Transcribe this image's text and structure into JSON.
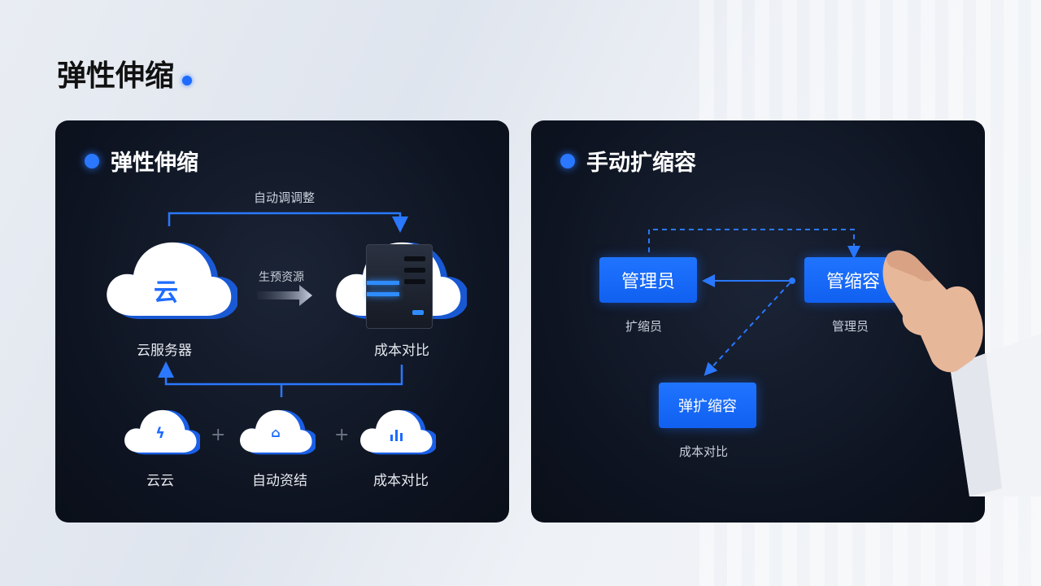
{
  "page": {
    "title": "弹性伸缩"
  },
  "left_panel": {
    "title": "弹性伸缩",
    "top_arrow_label": "自动调调整",
    "middle_arrow_label": "生预资源",
    "cloud_glyph": "云",
    "nodes": [
      {
        "label": "云服务器"
      },
      {
        "label": "成本对比"
      }
    ],
    "bottom_items": [
      {
        "label": "云云",
        "icon": "lightning-icon"
      },
      {
        "label": "自动资结",
        "icon": "cloud-sync-icon"
      },
      {
        "label": "成本对比",
        "icon": "bar-chart-icon"
      }
    ],
    "plus_sign": "+"
  },
  "right_panel": {
    "title": "手动扩缩容",
    "boxes": [
      {
        "text": "管理员",
        "caption": "扩缩员"
      },
      {
        "text": "管缩容",
        "caption": "管理员"
      },
      {
        "text": "弹扩缩容",
        "caption": "成本对比"
      }
    ]
  },
  "colors": {
    "accent": "#1e6bff",
    "panel_bg": "#0d1320",
    "box_blue": "#1f74ff"
  }
}
